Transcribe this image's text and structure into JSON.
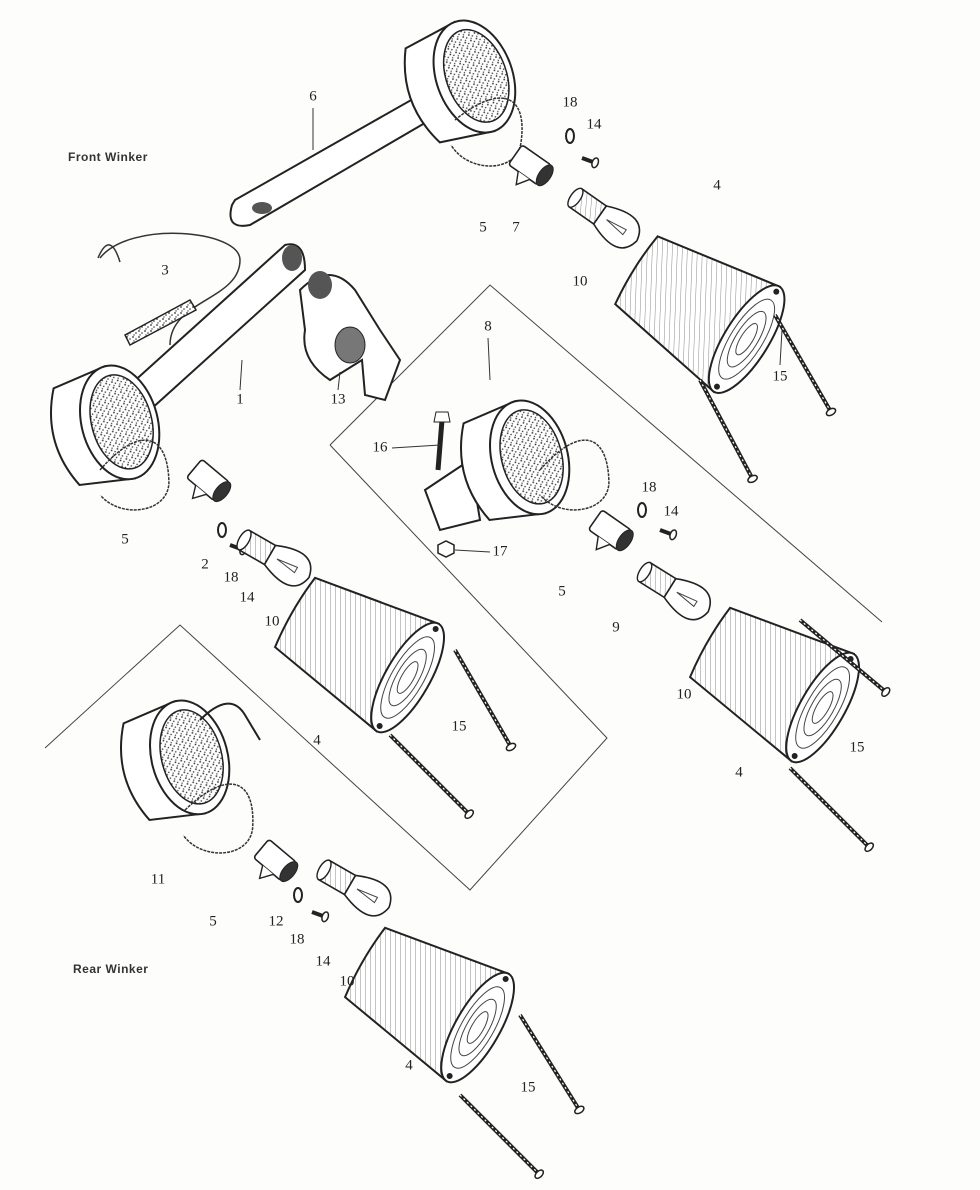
{
  "section_titles": {
    "front": "Front Winker",
    "rear": "Rear Winker"
  },
  "callouts": [
    {
      "id": "c6",
      "text": "6"
    },
    {
      "id": "c18a",
      "text": "18"
    },
    {
      "id": "c14a",
      "text": "14"
    },
    {
      "id": "c4a",
      "text": "4"
    },
    {
      "id": "c5a",
      "text": "5"
    },
    {
      "id": "c7",
      "text": "7"
    },
    {
      "id": "c10a",
      "text": "10"
    },
    {
      "id": "c3",
      "text": "3"
    },
    {
      "id": "c1",
      "text": "1"
    },
    {
      "id": "c13",
      "text": "13"
    },
    {
      "id": "c8",
      "text": "8"
    },
    {
      "id": "c15a",
      "text": "15"
    },
    {
      "id": "c16",
      "text": "16"
    },
    {
      "id": "c18b",
      "text": "18"
    },
    {
      "id": "c14b",
      "text": "14"
    },
    {
      "id": "c5b",
      "text": "5"
    },
    {
      "id": "c2",
      "text": "2"
    },
    {
      "id": "c18c",
      "text": "18"
    },
    {
      "id": "c17",
      "text": "17"
    },
    {
      "id": "c5c",
      "text": "5"
    },
    {
      "id": "c9",
      "text": "9"
    },
    {
      "id": "c14c",
      "text": "14"
    },
    {
      "id": "c10b",
      "text": "10"
    },
    {
      "id": "c10c",
      "text": "10"
    },
    {
      "id": "c15b",
      "text": "15"
    },
    {
      "id": "c4b",
      "text": "4"
    },
    {
      "id": "c15c",
      "text": "15"
    },
    {
      "id": "c4c",
      "text": "4"
    },
    {
      "id": "c11",
      "text": "11"
    },
    {
      "id": "c5d",
      "text": "5"
    },
    {
      "id": "c12",
      "text": "12"
    },
    {
      "id": "c18d",
      "text": "18"
    },
    {
      "id": "c14d",
      "text": "14"
    },
    {
      "id": "c10d",
      "text": "10"
    },
    {
      "id": "c4d",
      "text": "4"
    },
    {
      "id": "c15d",
      "text": "15"
    }
  ],
  "colors": {
    "ink": "#222222",
    "paper": "#fdfdfb"
  }
}
